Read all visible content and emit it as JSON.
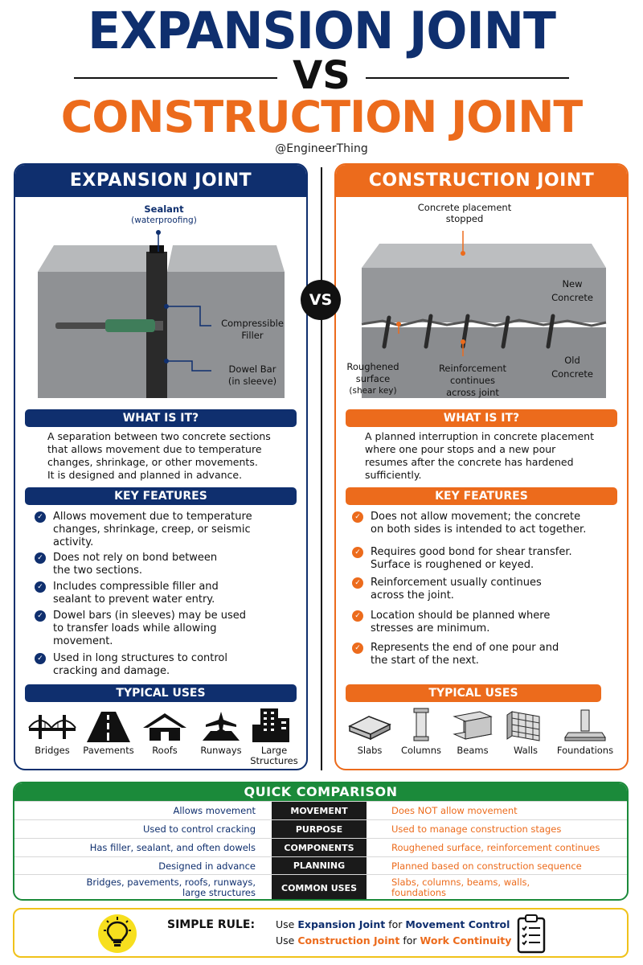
{
  "header": {
    "title_top": "EXPANSION JOINT",
    "vs": "VS",
    "title_bottom": "CONSTRUCTION JOINT",
    "handle": "@EngineerThing"
  },
  "center_vs": "VS",
  "expansion": {
    "heading": "EXPANSION JOINT",
    "callouts": {
      "sealant": "Sealant",
      "sealant_sub": "(waterproofing)",
      "filler_1": "Compressible",
      "filler_2": "Filler",
      "dowel_1": "Dowel Bar",
      "dowel_2": "(in sleeve)"
    },
    "what_title": "WHAT IS IT?",
    "what_lines": [
      "A separation between two concrete sections",
      "that allows movement due to temperature",
      "changes, shrinkage, or other movements.",
      "It is designed and planned in advance."
    ],
    "features_title": "KEY FEATURES",
    "features": [
      {
        "l1": "Allows movement due to temperature",
        "l2": "changes, shrinkage, creep, or seismic",
        "l3": "activity."
      },
      {
        "l1": "Does not rely on bond between",
        "l2": "the two sections.",
        "l3": ""
      },
      {
        "l1": "Includes compressible filler and",
        "l2": "sealant to prevent water entry.",
        "l3": ""
      },
      {
        "l1": "Dowel bars (in sleeves) may be used",
        "l2": "to transfer loads while allowing",
        "l3": "movement."
      },
      {
        "l1": "Used in long structures to control",
        "l2": "cracking and damage.",
        "l3": ""
      }
    ],
    "uses_title": "TYPICAL USES",
    "uses": [
      {
        "icon": "bridge-icon",
        "label": "Bridges",
        "label2": ""
      },
      {
        "icon": "pavement-icon",
        "label": "Pavements",
        "label2": ""
      },
      {
        "icon": "roof-icon",
        "label": "Roofs",
        "label2": ""
      },
      {
        "icon": "runway-icon",
        "label": "Runways",
        "label2": ""
      },
      {
        "icon": "large-structure-icon",
        "label": "Large",
        "label2": "Structures"
      }
    ]
  },
  "construction": {
    "heading": "CONSTRUCTION JOINT",
    "callouts": {
      "stopped_1": "Concrete placement",
      "stopped_2": "stopped",
      "new_1": "New",
      "new_2": "Concrete",
      "old_1": "Old",
      "old_2": "Concrete",
      "rough_1": "Roughened",
      "rough_2": "surface",
      "rough_3": "(shear key)",
      "reinf_1": "Reinforcement",
      "reinf_2": "continues",
      "reinf_3": "across joint"
    },
    "what_title": "WHAT IS IT?",
    "what_lines": [
      "A planned interruption in concrete placement",
      "where one pour stops and a new pour",
      "resumes after the concrete has hardened",
      "sufficiently."
    ],
    "features_title": "KEY FEATURES",
    "features": [
      {
        "l1": "Does not allow movement; the concrete",
        "l2": "on both sides is intended to act together."
      },
      {
        "l1": "Requires good bond for shear transfer.",
        "l2": "Surface is roughened or keyed."
      },
      {
        "l1": "Reinforcement usually continues",
        "l2": "across the joint."
      },
      {
        "l1": "Location should be planned where",
        "l2": "stresses are minimum."
      },
      {
        "l1": "Represents the end of one pour and",
        "l2": "the start of the next."
      }
    ],
    "uses_title": "TYPICAL USES",
    "uses": [
      {
        "icon": "slab-icon",
        "label": "Slabs"
      },
      {
        "icon": "column-icon",
        "label": "Columns"
      },
      {
        "icon": "beam-icon",
        "label": "Beams"
      },
      {
        "icon": "wall-icon",
        "label": "Walls"
      },
      {
        "icon": "foundation-icon",
        "label": "Foundations"
      }
    ]
  },
  "comparison": {
    "title": "QUICK COMPARISON",
    "rows": [
      {
        "left": "Allows movement",
        "left2": "",
        "mid": "MOVEMENT",
        "right": "Does NOT allow movement",
        "right2": ""
      },
      {
        "left": "Used to control cracking",
        "left2": "",
        "mid": "PURPOSE",
        "right": "Used to manage construction stages",
        "right2": ""
      },
      {
        "left": "Has filler, sealant, and often dowels",
        "left2": "",
        "mid": "COMPONENTS",
        "right": "Roughened surface, reinforcement continues",
        "right2": ""
      },
      {
        "left": "Designed in advance",
        "left2": "",
        "mid": "PLANNING",
        "right": "Planned based on construction sequence",
        "right2": ""
      },
      {
        "left": "Bridges, pavements, roofs, runways,",
        "left2": "large structures",
        "mid": "COMMON USES",
        "right": "Slabs, columns, beams, walls,",
        "right2": "foundations"
      }
    ]
  },
  "rule": {
    "label": "SIMPLE RULE:",
    "line1_use": "Use",
    "line1_joint": "Expansion Joint",
    "line1_for": "for",
    "line1_goal": "Movement Control",
    "line2_use": "Use",
    "line2_joint": "Construction Joint",
    "line2_for": "for",
    "line2_goal": "Work Continuity"
  },
  "colors": {
    "navy": "#0f2f6e",
    "orange": "#ec6b1c",
    "green": "#1b8a3a",
    "yellow": "#f7df1e"
  }
}
